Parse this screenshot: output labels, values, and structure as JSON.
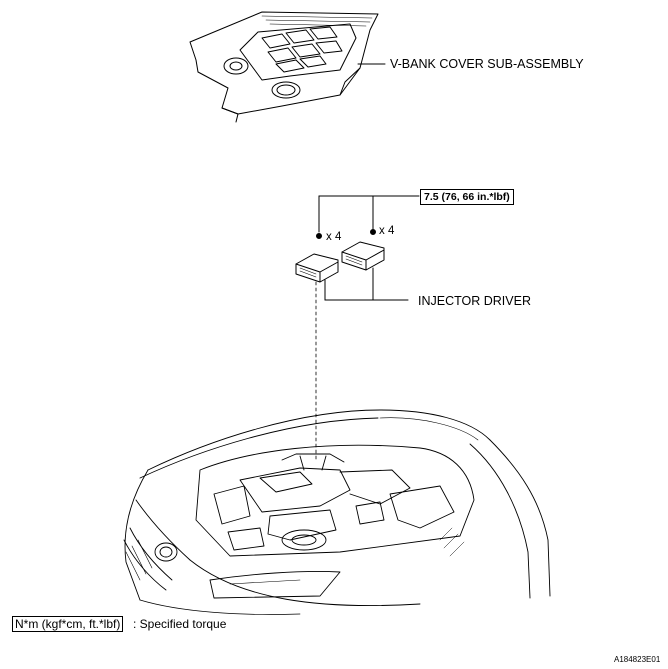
{
  "callouts": {
    "vbank_cover": "V-BANK COVER SUB-ASSEMBLY",
    "injector_driver": "INJECTOR DRIVER"
  },
  "torque": {
    "spec": "7.5 (76, 66 in.*lbf)",
    "qty_left": "x 4",
    "qty_right": "x 4"
  },
  "legend": {
    "unit": "N*m (kgf*cm, ft.*lbf)",
    "description": ": Specified torque"
  },
  "figure_id": "A184823E01"
}
